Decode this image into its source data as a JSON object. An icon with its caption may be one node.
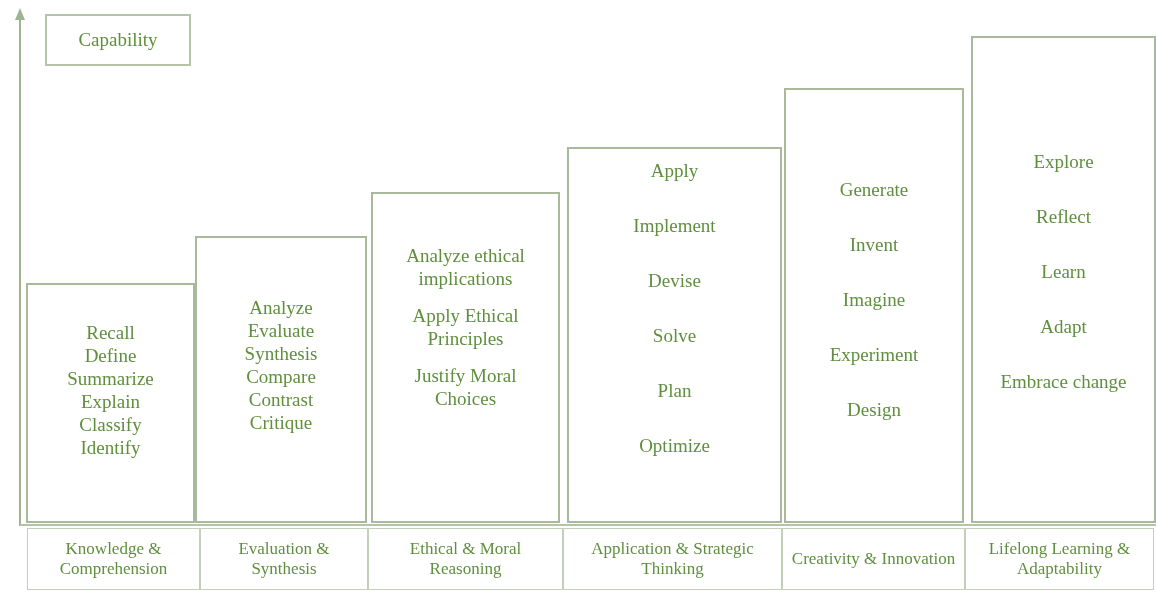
{
  "diagram": {
    "nodes": [
      {
        "text": [
          "Capability"
        ]
      },
      {
        "text": [
          "Recall",
          "Define",
          "Summarize",
          "Explain",
          "Classify",
          "Identify"
        ]
      },
      {
        "text": [
          "Analyze",
          "Evaluate",
          "Synthesis",
          "Compare",
          "Contrast",
          "Critique"
        ]
      },
      {
        "text": [
          "Analyze ethical implications",
          "Apply Ethical Principles",
          "Justify Moral Choices"
        ]
      },
      {
        "text": [
          "Apply",
          "Implement",
          "Devise",
          "Solve",
          "Plan",
          "Optimize"
        ]
      },
      {
        "text": [
          "Generate",
          "Invent",
          "Imagine",
          "Experiment",
          "Design"
        ]
      },
      {
        "text": [
          "Explore",
          "Reflect",
          "Learn",
          "Adapt",
          "Embrace change"
        ]
      },
      {
        "text": [
          "Knowledge & Comprehension"
        ]
      },
      {
        "text": [
          "Evaluation & Synthesis"
        ]
      },
      {
        "text": [
          "Ethical & Moral Reasoning"
        ]
      },
      {
        "text": [
          "Application & Strategic Thinking"
        ]
      },
      {
        "text": [
          "Creativity & Innovation"
        ]
      },
      {
        "text": [
          "Lifelong Learning & Adaptability"
        ]
      }
    ]
  }
}
